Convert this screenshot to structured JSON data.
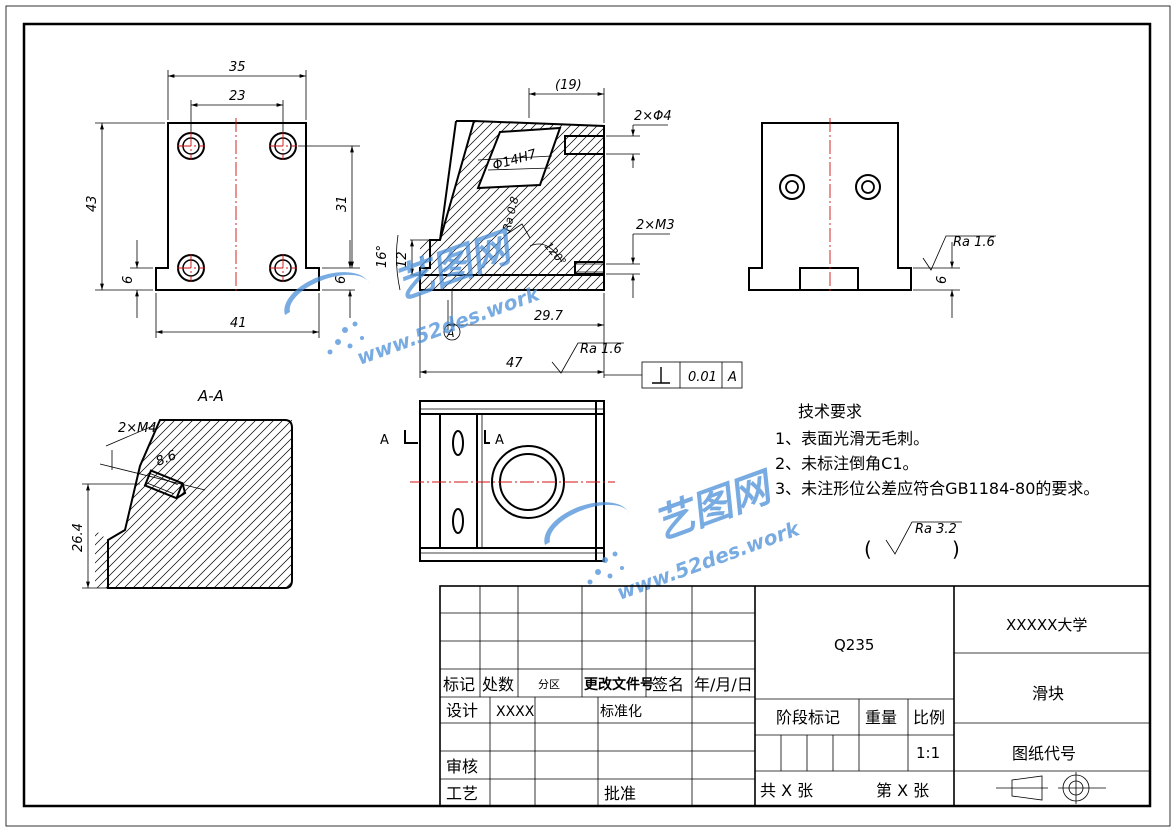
{
  "dimensions": {
    "front": {
      "w35": "35",
      "w23": "23",
      "h43": "43",
      "h31": "31",
      "h6a": "6",
      "h6b": "6",
      "w41": "41"
    },
    "side": {
      "w19": "(19)",
      "holes2": "2×Φ4",
      "bore": "Φ14H7",
      "ra08": "Ra 0.8",
      "thread": "2×M3",
      "angle16": "16°",
      "h12": "12",
      "ang": "120°",
      "w297": "29.7",
      "w47": "47",
      "ra16": "Ra 1.6",
      "datum": "A",
      "tol": "0.01",
      "tolref": "A"
    },
    "right": {
      "ra16": "Ra 1.6",
      "h6": "6"
    },
    "section": {
      "title": "A-A",
      "thread": "2×M4",
      "d8": "8.6",
      "h264": "26.4"
    },
    "top": {
      "markA1": "A",
      "markA2": "A"
    }
  },
  "tech_requirements": {
    "title": "技术要求",
    "items": [
      "1、表面光滑无毛刺。",
      "2、未标注倒角C1。",
      "3、未注形位公差应符合GB1184-80的要求。"
    ],
    "general_ra": "Ra 3.2",
    "paren_open": "(",
    "paren_close": ")"
  },
  "watermark": {
    "brand": "艺图网",
    "url": "www.52des.work"
  },
  "title_block": {
    "material": "Q235",
    "university": "XXXXX大学",
    "part_name": "滑块",
    "drawing_code_label": "图纸代号",
    "mark": "标记",
    "count": "处数",
    "zone": "分区",
    "change_doc": "更改文件号",
    "sign": "签名",
    "date": "年/月/日",
    "design": "设计",
    "designer": "XXXX",
    "standard": "标准化",
    "stage_mark": "阶段标记",
    "weight": "重量",
    "scale_label": "比例",
    "scale": "1:1",
    "review": "审核",
    "process": "工艺",
    "approve": "批准",
    "total": "共 X 张",
    "sheet": "第 X 张"
  }
}
